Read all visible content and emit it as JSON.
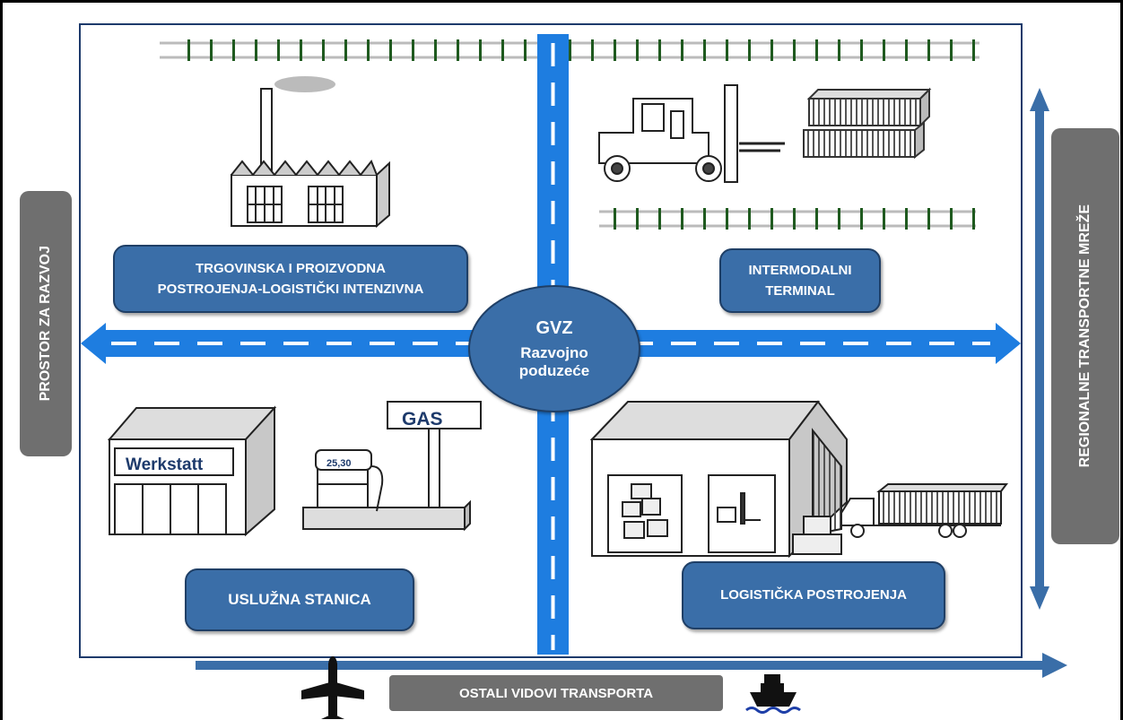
{
  "hub": {
    "line1": "GVZ",
    "line2": "Razvojno",
    "line3": "poduzeće"
  },
  "boxes": {
    "production": "TRGOVINSKA I PROIZVODNA\nPOSTROJENJA-LOGISTIČKI INTENZIVNA",
    "terminal": "INTERMODALNI\nTERMINAL",
    "service": "USLUŽNA STANICA",
    "logistics": "LOGISTIČKA POSTROJENJA"
  },
  "side_labels": {
    "left": "PROSTOR ZA RAZVOJ",
    "right": "REGIONALNE TRANSPORTNE MREŽE",
    "bottom": "OSTALI VIDOVI TRANSPORTA"
  },
  "illustration_text": {
    "workshop_sign": "Werkstatt",
    "gas_sign": "GAS",
    "pump_display": "25,30"
  },
  "icons": [
    "factory-icon",
    "forklift-icon",
    "container-stack-icon",
    "railway-track-icon",
    "workshop-icon",
    "gas-station-icon",
    "warehouse-icon",
    "truck-icon",
    "airplane-icon",
    "ship-icon"
  ],
  "colors": {
    "box_fill": "#3a6ea8",
    "road": "#1e7de0",
    "label_grey": "#6f6f6f"
  }
}
